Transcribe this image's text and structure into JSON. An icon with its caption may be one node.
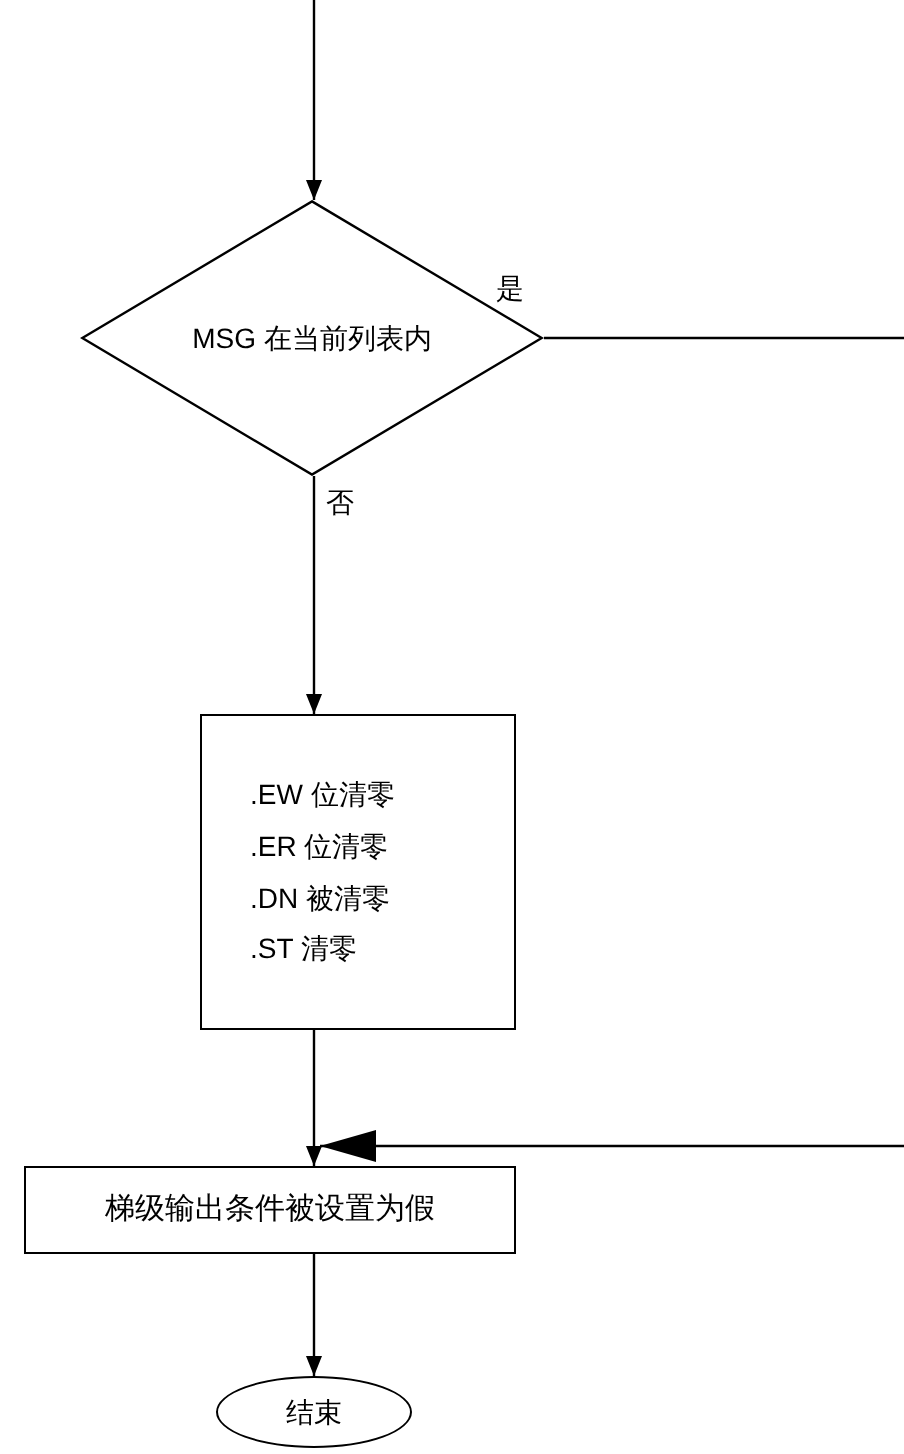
{
  "diagram": {
    "nodes": [
      {
        "text": [
          "MSG 在当前列表内"
        ]
      },
      {
        "text": [
          ".EW 位清零",
          ".ER 位清零",
          ".DN 被清零",
          ".ST 清零"
        ]
      },
      {
        "text": [
          "梯级输出条件被设置为假"
        ]
      },
      {
        "text": [
          "结束"
        ]
      }
    ],
    "edges": [
      {
        "from": null,
        "to": 0,
        "arrow": "to"
      },
      {
        "from": 0,
        "to": null,
        "arrow": "none",
        "label": "是"
      },
      {
        "from": 0,
        "to": 1,
        "arrow": "to",
        "label": "否"
      },
      {
        "from": 1,
        "to": 2,
        "arrow": "to"
      },
      {
        "from": null,
        "to": 2,
        "arrow": "to"
      },
      {
        "from": 2,
        "to": 3,
        "arrow": "to"
      }
    ]
  }
}
